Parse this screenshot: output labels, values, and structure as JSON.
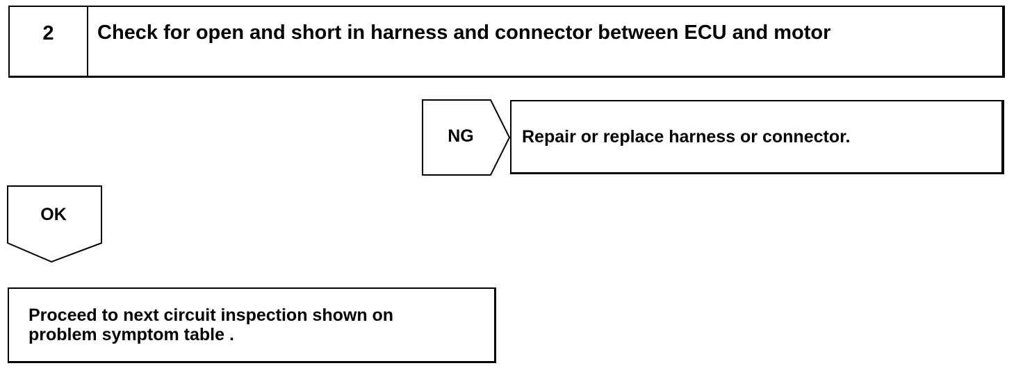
{
  "step": {
    "number": "2",
    "title": "Check for open and short in harness and connector between ECU and motor"
  },
  "ng_branch": {
    "label": "NG",
    "result": "Repair or replace harness or connector."
  },
  "ok_branch": {
    "label": "OK",
    "result_line1": "Proceed to next circuit inspection shown on",
    "result_line2": "problem symptom table ."
  }
}
